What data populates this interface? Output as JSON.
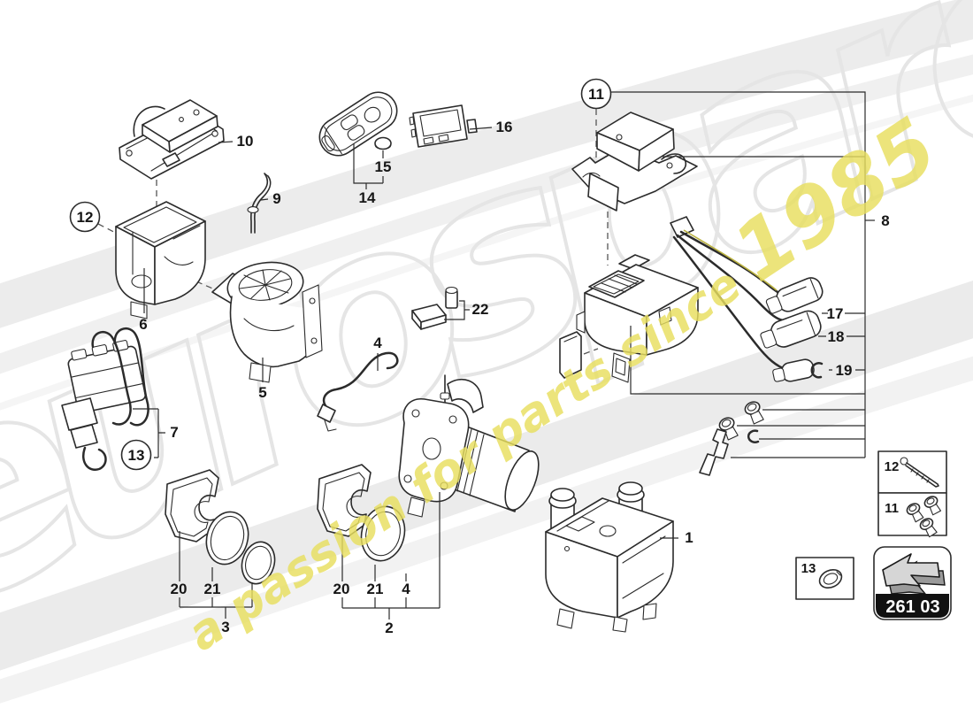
{
  "watermark": {
    "brand": "eurospares",
    "tagline_main": "a passion for parts since ",
    "tagline_year": "1985"
  },
  "diagram": {
    "part_code": "261 03",
    "description": "auxiliary heater exploded parts diagram"
  },
  "labels": {
    "n1": "1",
    "n2": "2",
    "n3": "3",
    "n4": "4",
    "n5": "5",
    "n6": "6",
    "n7": "7",
    "n8": "8",
    "n9": "9",
    "n10": "10",
    "n11": "11",
    "n12": "12",
    "n13": "13",
    "n14": "14",
    "n15": "15",
    "n16": "16",
    "n17": "17",
    "n18": "18",
    "n19": "19",
    "n20": "20",
    "n21": "21",
    "n22": "22"
  },
  "colors": {
    "line": "#2b2b2b",
    "watermark_gray": "#e5e5e5",
    "tagline_yellow": "#e8df5f",
    "code_bg": "#111111",
    "background": "#ffffff"
  }
}
